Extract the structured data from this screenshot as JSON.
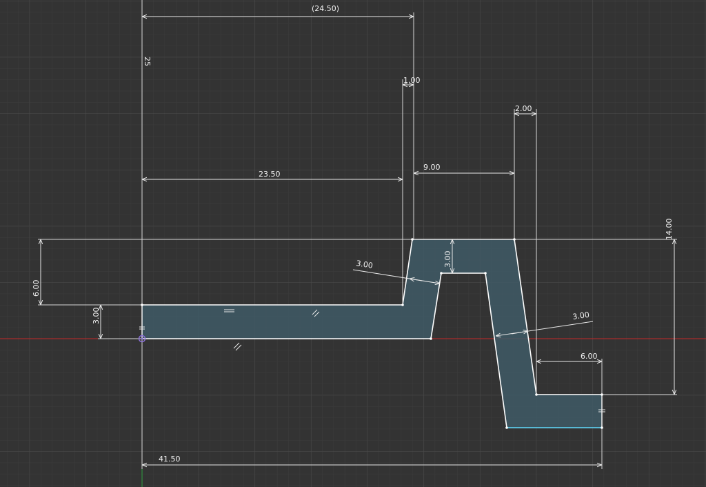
{
  "colors": {
    "background": "#333333",
    "grid_minor": "#3c3c3c",
    "grid_major": "#4a4a4a",
    "x_axis": "#c62828",
    "y_axis": "#2e9e3e",
    "profile_fill": "#3f5a66",
    "profile_edge": "#ffffff",
    "selected_edge": "#5bc8e8",
    "dimension": "#e8e8e8",
    "origin": "#8a6fd8"
  },
  "icons": {
    "origin": "origin-point-icon",
    "parallel": "parallel-constraint-icon",
    "horizontal": "horizontal-constraint-icon",
    "vertical": "vertical-constraint-icon"
  },
  "dimensions": {
    "d_24_50": "(24.50)",
    "d_25": "25",
    "d_1_00": "1.00",
    "d_2_00": "2.00",
    "d_9_00": "9.00",
    "d_23_50": "23.50",
    "d_14_00": "14.00",
    "d_6_00_left": "6.00",
    "d_3_00_left": "3.00",
    "d_3_00_thick_left": "3.00",
    "d_3_00_vertical_mid": "3.00",
    "d_3_00_thick_right": "3.00",
    "d_6_00_right": "6.00",
    "d_41_50": "41.50"
  }
}
